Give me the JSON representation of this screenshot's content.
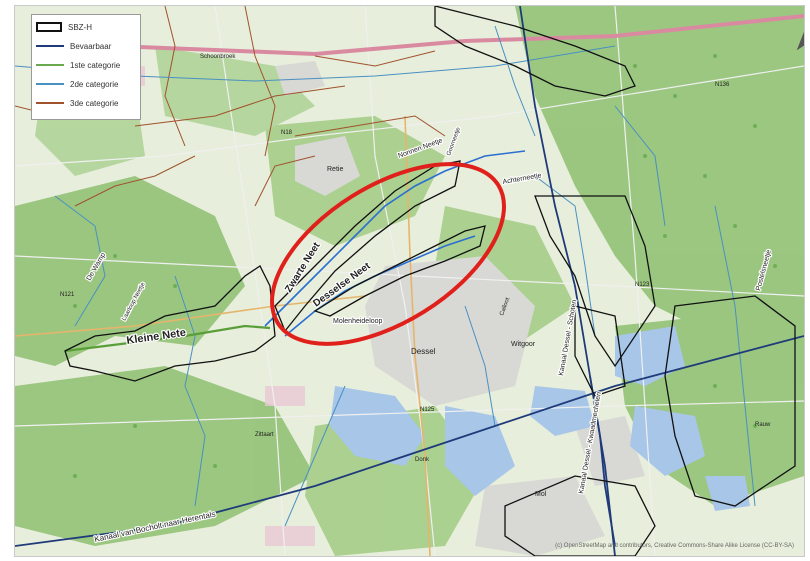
{
  "legend": {
    "items": [
      {
        "label": "SBZ-H",
        "style": "box",
        "color": "#111111"
      },
      {
        "label": "Bevaarbaar",
        "style": "line",
        "color": "#1f3b7a"
      },
      {
        "label": "1ste categorie",
        "style": "line",
        "color": "#6aa84f"
      },
      {
        "label": "2de categorie",
        "style": "line",
        "color": "#4a90c2"
      },
      {
        "label": "3de categorie",
        "style": "line",
        "color": "#a0522d"
      }
    ]
  },
  "labels": {
    "kleine_nete": "Kleine Nete",
    "zwarte_neet": "Zwarte Neet",
    "desselse_neet": "Desselse Neet",
    "dessel": "Dessel",
    "molenheide": "Molenheideloop",
    "witgoor": "Witgoor",
    "de_wamp": "De Wamp",
    "laarne": "Laarloop Neetje",
    "kanaal_bocholt": "Kanaal van Bocholt naar Herentals",
    "kanaal_dessel": "Kanaal Dessel - Schoten",
    "kanaal_dessel_kwaadmechelen": "Kanaal Dessel - Kwaadmechelen",
    "postelsneetje": "Postelsneetje",
    "achterneetje": "Achterneetje",
    "nonnen_neetje": "Nonnen Neetje",
    "goorneetje": "Goorneetje",
    "calloot": "Calloot",
    "n18": "N18",
    "n121": "N121",
    "n136": "N136",
    "n123": "N123",
    "n125": "N125",
    "retie": "Retie",
    "schoonbroek": "Schoonbroek",
    "mol": "Mol",
    "rauw": "Rauw",
    "donk": "Donk",
    "zittaart": "Zittaart"
  },
  "attribution": "(c) OpenStreetMap and contributors, Creative Commons-Share Alike License (CC-BY-SA)",
  "colors": {
    "highlight_ellipse": "#e0201b",
    "sbz_boundary": "#111111",
    "water": "#aac8e6",
    "forest": "#8dbf6f",
    "urban": "#d9d9d9"
  },
  "icons": {
    "north": "north-arrow-icon"
  }
}
